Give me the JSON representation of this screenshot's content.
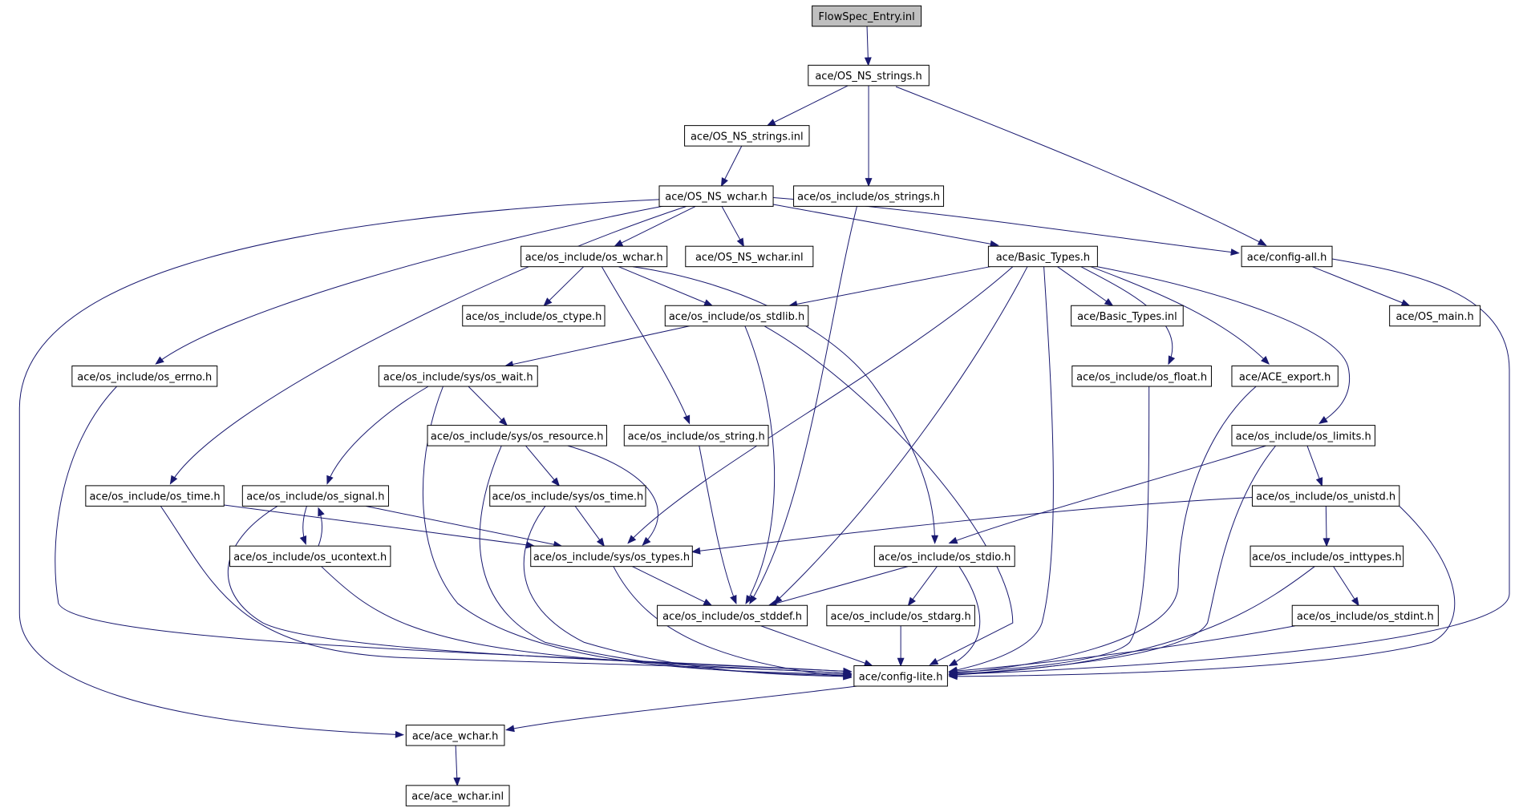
{
  "diagram": {
    "root": "FlowSpec_Entry.inl",
    "nodes": [
      {
        "id": "flowspec_entry_inl",
        "label": "FlowSpec_Entry.inl",
        "root": true
      },
      {
        "id": "os_ns_strings_h",
        "label": "ace/OS_NS_strings.h"
      },
      {
        "id": "os_ns_strings_inl",
        "label": "ace/OS_NS_strings.inl"
      },
      {
        "id": "os_ns_wchar_h",
        "label": "ace/OS_NS_wchar.h"
      },
      {
        "id": "os_strings_h",
        "label": "ace/os_include/os_strings.h"
      },
      {
        "id": "os_wchar_h",
        "label": "ace/os_include/os_wchar.h"
      },
      {
        "id": "os_ns_wchar_inl",
        "label": "ace/OS_NS_wchar.inl"
      },
      {
        "id": "basic_types_h",
        "label": "ace/Basic_Types.h"
      },
      {
        "id": "config_all_h",
        "label": "ace/config-all.h"
      },
      {
        "id": "os_ctype_h",
        "label": "ace/os_include/os_ctype.h"
      },
      {
        "id": "os_stdlib_h",
        "label": "ace/os_include/os_stdlib.h"
      },
      {
        "id": "basic_types_inl",
        "label": "ace/Basic_Types.inl"
      },
      {
        "id": "os_main_h",
        "label": "ace/OS_main.h"
      },
      {
        "id": "os_errno_h",
        "label": "ace/os_include/os_errno.h"
      },
      {
        "id": "sys_os_wait_h",
        "label": "ace/os_include/sys/os_wait.h"
      },
      {
        "id": "os_float_h",
        "label": "ace/os_include/os_float.h"
      },
      {
        "id": "ace_export_h",
        "label": "ace/ACE_export.h"
      },
      {
        "id": "sys_os_resource_h",
        "label": "ace/os_include/sys/os_resource.h"
      },
      {
        "id": "os_string_h",
        "label": "ace/os_include/os_string.h"
      },
      {
        "id": "os_limits_h",
        "label": "ace/os_include/os_limits.h"
      },
      {
        "id": "os_time_h",
        "label": "ace/os_include/os_time.h"
      },
      {
        "id": "os_signal_h",
        "label": "ace/os_include/os_signal.h"
      },
      {
        "id": "sys_os_time_h",
        "label": "ace/os_include/sys/os_time.h"
      },
      {
        "id": "os_unistd_h",
        "label": "ace/os_include/os_unistd.h"
      },
      {
        "id": "os_ucontext_h",
        "label": "ace/os_include/os_ucontext.h"
      },
      {
        "id": "sys_os_types_h",
        "label": "ace/os_include/sys/os_types.h"
      },
      {
        "id": "os_stdio_h",
        "label": "ace/os_include/os_stdio.h"
      },
      {
        "id": "os_inttypes_h",
        "label": "ace/os_include/os_inttypes.h"
      },
      {
        "id": "os_stddef_h",
        "label": "ace/os_include/os_stddef.h"
      },
      {
        "id": "os_stdarg_h",
        "label": "ace/os_include/os_stdarg.h"
      },
      {
        "id": "os_stdint_h",
        "label": "ace/os_include/os_stdint.h"
      },
      {
        "id": "config_lite_h",
        "label": "ace/config-lite.h"
      },
      {
        "id": "ace_wchar_h",
        "label": "ace/ace_wchar.h"
      },
      {
        "id": "ace_wchar_inl",
        "label": "ace/ace_wchar.inl"
      }
    ],
    "edges": [
      {
        "from": "flowspec_entry_inl",
        "to": "os_ns_strings_h"
      },
      {
        "from": "os_ns_strings_h",
        "to": "os_ns_strings_inl"
      },
      {
        "from": "os_ns_strings_h",
        "to": "os_strings_h"
      },
      {
        "from": "os_ns_strings_h",
        "to": "config_all_h"
      },
      {
        "from": "os_ns_strings_inl",
        "to": "os_ns_wchar_h"
      },
      {
        "from": "os_ns_wchar_h",
        "to": "os_wchar_h"
      },
      {
        "from": "os_ns_wchar_h",
        "to": "os_ns_wchar_inl"
      },
      {
        "from": "os_ns_wchar_h",
        "to": "basic_types_h"
      },
      {
        "from": "os_ns_wchar_h",
        "to": "config_all_h"
      },
      {
        "from": "os_ns_wchar_h",
        "to": "os_errno_h"
      },
      {
        "from": "os_ns_wchar_h",
        "to": "os_time_h"
      },
      {
        "from": "os_ns_wchar_h",
        "to": "ace_wchar_h"
      },
      {
        "from": "os_strings_h",
        "to": "os_stddef_h"
      },
      {
        "from": "os_wchar_h",
        "to": "os_ctype_h"
      },
      {
        "from": "os_wchar_h",
        "to": "os_stdlib_h"
      },
      {
        "from": "os_wchar_h",
        "to": "os_string_h"
      },
      {
        "from": "os_wchar_h",
        "to": "os_stdio_h"
      },
      {
        "from": "basic_types_h",
        "to": "basic_types_inl"
      },
      {
        "from": "basic_types_h",
        "to": "os_stdlib_h"
      },
      {
        "from": "basic_types_h",
        "to": "os_float_h"
      },
      {
        "from": "basic_types_h",
        "to": "ace_export_h"
      },
      {
        "from": "basic_types_h",
        "to": "os_limits_h"
      },
      {
        "from": "basic_types_h",
        "to": "sys_os_types_h"
      },
      {
        "from": "basic_types_h",
        "to": "os_stddef_h"
      },
      {
        "from": "basic_types_h",
        "to": "config_lite_h"
      },
      {
        "from": "config_all_h",
        "to": "os_main_h"
      },
      {
        "from": "config_all_h",
        "to": "config_lite_h"
      },
      {
        "from": "os_stdlib_h",
        "to": "sys_os_wait_h"
      },
      {
        "from": "os_stdlib_h",
        "to": "os_stddef_h"
      },
      {
        "from": "os_stdlib_h",
        "to": "config_lite_h"
      },
      {
        "from": "os_errno_h",
        "to": "config_lite_h"
      },
      {
        "from": "sys_os_wait_h",
        "to": "sys_os_resource_h"
      },
      {
        "from": "sys_os_wait_h",
        "to": "os_signal_h"
      },
      {
        "from": "sys_os_wait_h",
        "to": "config_lite_h"
      },
      {
        "from": "os_float_h",
        "to": "config_lite_h"
      },
      {
        "from": "ace_export_h",
        "to": "config_lite_h"
      },
      {
        "from": "sys_os_resource_h",
        "to": "sys_os_time_h"
      },
      {
        "from": "sys_os_resource_h",
        "to": "sys_os_types_h"
      },
      {
        "from": "sys_os_resource_h",
        "to": "config_lite_h"
      },
      {
        "from": "os_string_h",
        "to": "os_stddef_h"
      },
      {
        "from": "os_limits_h",
        "to": "os_unistd_h"
      },
      {
        "from": "os_limits_h",
        "to": "os_stdio_h"
      },
      {
        "from": "os_limits_h",
        "to": "config_lite_h"
      },
      {
        "from": "os_time_h",
        "to": "sys_os_types_h"
      },
      {
        "from": "os_time_h",
        "to": "config_lite_h"
      },
      {
        "from": "os_signal_h",
        "to": "os_ucontext_h"
      },
      {
        "from": "os_signal_h",
        "to": "sys_os_types_h"
      },
      {
        "from": "os_signal_h",
        "to": "config_lite_h"
      },
      {
        "from": "sys_os_time_h",
        "to": "sys_os_types_h"
      },
      {
        "from": "sys_os_time_h",
        "to": "config_lite_h"
      },
      {
        "from": "os_unistd_h",
        "to": "sys_os_types_h"
      },
      {
        "from": "os_unistd_h",
        "to": "os_inttypes_h"
      },
      {
        "from": "os_unistd_h",
        "to": "config_lite_h"
      },
      {
        "from": "os_ucontext_h",
        "to": "os_signal_h"
      },
      {
        "from": "os_ucontext_h",
        "to": "config_lite_h"
      },
      {
        "from": "sys_os_types_h",
        "to": "os_stddef_h"
      },
      {
        "from": "sys_os_types_h",
        "to": "config_lite_h"
      },
      {
        "from": "os_stdio_h",
        "to": "os_stddef_h"
      },
      {
        "from": "os_stdio_h",
        "to": "os_stdarg_h"
      },
      {
        "from": "os_stdio_h",
        "to": "config_lite_h"
      },
      {
        "from": "os_inttypes_h",
        "to": "os_stdint_h"
      },
      {
        "from": "os_inttypes_h",
        "to": "config_lite_h"
      },
      {
        "from": "os_stddef_h",
        "to": "config_lite_h"
      },
      {
        "from": "os_stdarg_h",
        "to": "config_lite_h"
      },
      {
        "from": "os_stdint_h",
        "to": "config_lite_h"
      },
      {
        "from": "config_lite_h",
        "to": "ace_wchar_h"
      },
      {
        "from": "ace_wchar_h",
        "to": "ace_wchar_inl"
      }
    ]
  }
}
